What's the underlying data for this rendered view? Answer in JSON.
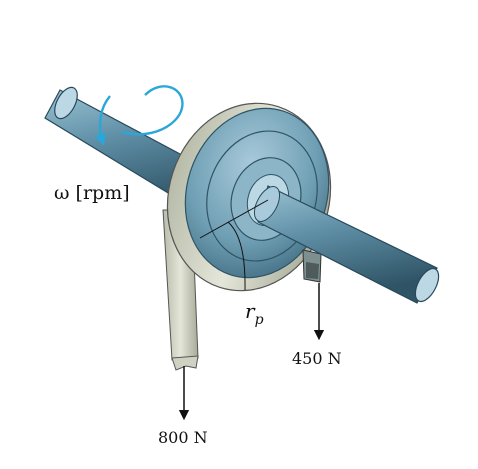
{
  "figure": {
    "speed_label": "ω [rpm]",
    "radius_label_base": "r",
    "radius_label_sub": "p",
    "force_right_label": "450 N",
    "force_left_label": "800 N"
  },
  "colors": {
    "shaft": "#5f8fa6",
    "shaft_dark": "#2f5466",
    "pulley": "#6f9fb4",
    "belt": "#d9dccd",
    "rotation_arrow": "#2aa7d8"
  }
}
